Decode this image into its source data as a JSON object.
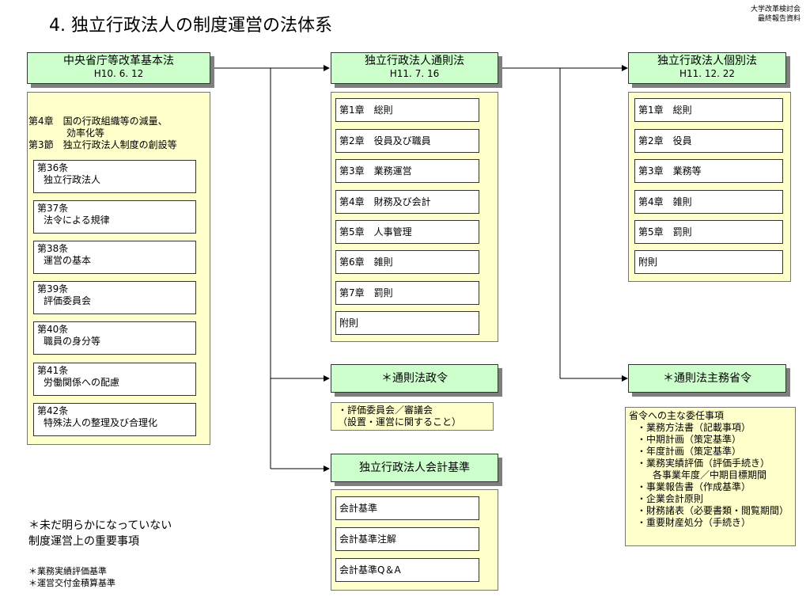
{
  "page": {
    "title": "4. 独立行政法人の制度運営の法体系",
    "corner_note": [
      "大学改革検討会",
      "最終報告資料"
    ]
  },
  "basic_law": {
    "title": "中央省庁等改革基本法",
    "date": "H10. 6. 12",
    "intro": [
      "第4章　国の行政組織等の減量、",
      "　　　　効率化等",
      "第3節　独立行政法人制度の創設等"
    ],
    "articles": [
      {
        "num": "第36条",
        "text": "独立行政法人"
      },
      {
        "num": "第37条",
        "text": "法令による規律"
      },
      {
        "num": "第38条",
        "text": "運営の基本"
      },
      {
        "num": "第39条",
        "text": "評価委員会"
      },
      {
        "num": "第40条",
        "text": "職員の身分等"
      },
      {
        "num": "第41条",
        "text": "労働関係への配慮"
      },
      {
        "num": "第42条",
        "text": "特殊法人の整理及び合理化"
      }
    ]
  },
  "general_law": {
    "title": "独立行政法人通則法",
    "date": "H11. 7. 16",
    "chapters": [
      "第1章　総則",
      "第2章　役員及び職員",
      "第3章　業務運営",
      "第4章　財務及び会計",
      "第5章　人事管理",
      "第6章　雑則",
      "第7章　罰則",
      "附則"
    ]
  },
  "individual_law": {
    "title": "独立行政法人個別法",
    "date": "H11. 12. 22",
    "chapters": [
      "第1章　総則",
      "第2章　役員",
      "第3章　業務等",
      "第4章　雑則",
      "第5章　罰則",
      "附則"
    ]
  },
  "cabinet_order": {
    "title": "＊通則法政令",
    "notes": [
      "・評価委員会／審議会",
      "（設置・運営に関すること）"
    ]
  },
  "ministry_order": {
    "title": "＊通則法主務省令",
    "notes": [
      "省令への主な委任事項",
      "・業務方法書（記載事項）",
      "・中期計画（策定基準）",
      "・年度計画（策定基準）",
      "・業務実績評価（評価手続き）",
      "　各事業年度／中期目標期間",
      "・事業報告書（作成基準）",
      "・企業会計原則",
      "・財務諸表（必要書類・閲覧期間）",
      "・重要財産処分（手続き）"
    ]
  },
  "accounting": {
    "title": "独立行政法人会計基準",
    "items": [
      "会計基準",
      "会計基準注解",
      "会計基準Q＆A"
    ]
  },
  "undecided": {
    "heading": [
      "＊未だ明らかになっていない",
      "制度運営上の重要事項"
    ],
    "items": [
      "＊業務実績評価基準",
      "＊運営交付金積算基準"
    ]
  }
}
